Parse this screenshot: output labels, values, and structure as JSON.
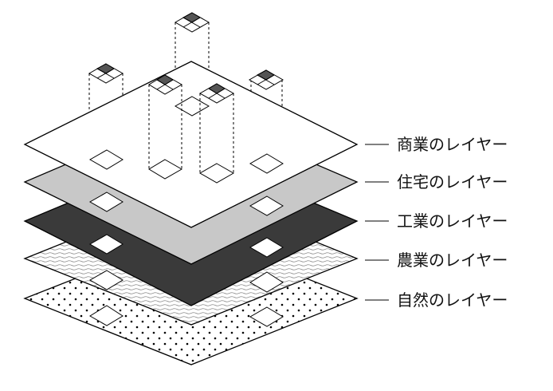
{
  "layers": [
    {
      "id": "commercial",
      "label": "商業のレイヤー",
      "fill": "#ffffff",
      "pattern": "none"
    },
    {
      "id": "residential",
      "label": "住宅のレイヤー",
      "fill": "#c8c8c8",
      "pattern": "none"
    },
    {
      "id": "industrial",
      "label": "工業のレイヤー",
      "fill": "#3a3a3a",
      "pattern": "none"
    },
    {
      "id": "agricultural",
      "label": "農業のレイヤー",
      "fill": "#ffffff",
      "pattern": "wavy-lines"
    },
    {
      "id": "natural",
      "label": "自然のレイヤー",
      "fill": "#ffffff",
      "pattern": "dots"
    }
  ],
  "colors": {
    "stroke": "#000000",
    "dark_tile": "#555555"
  }
}
